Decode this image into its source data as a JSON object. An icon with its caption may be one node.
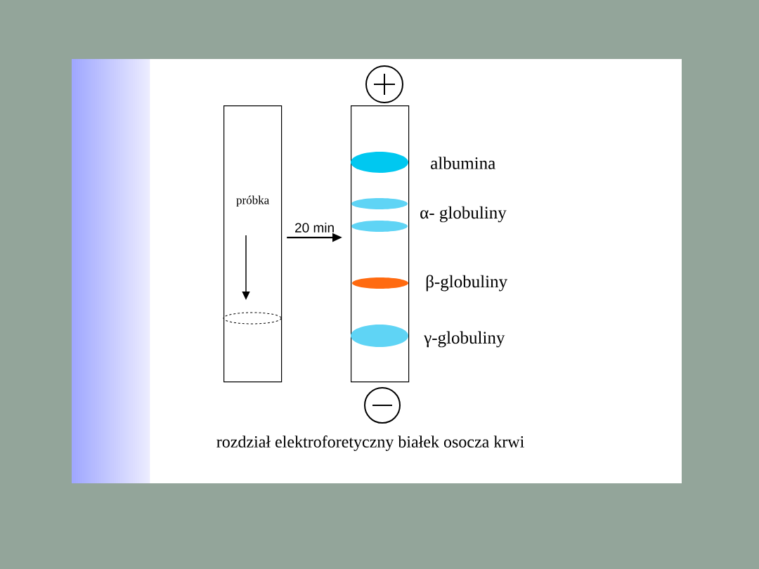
{
  "diagram": {
    "caption": "rozdział elektroforetyczny białek osocza krwi",
    "nodes": [
      {
        "text": [
          "próbka"
        ]
      },
      {
        "text": [],
        "shape": "box"
      }
    ],
    "edges": [
      {
        "from": 0,
        "to": 1,
        "arrow": "to",
        "label": "20 min"
      }
    ],
    "labels": [
      "albumina",
      "α- globuliny",
      "β-globuliny",
      "γ-globuliny"
    ]
  }
}
